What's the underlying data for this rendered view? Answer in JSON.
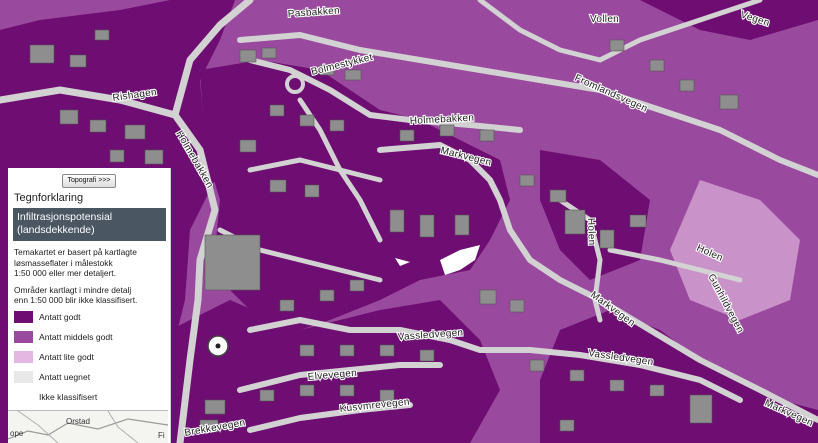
{
  "map": {
    "colors": {
      "godt": "#6e0d72",
      "middels": "#9a4a9e",
      "lite": "#e4b7e3",
      "uegnet": "#e8e8e8",
      "road": "#d2d2d2",
      "building": "#8e8e8e"
    },
    "streets": [
      {
        "label": "Pasbakken"
      },
      {
        "label": "Vollen"
      },
      {
        "label": "Bolmestykket"
      },
      {
        "label": "Fromlandsvegen"
      },
      {
        "label": "Rishagen"
      },
      {
        "label": "Holmebakken"
      },
      {
        "label": "Holmebakken"
      },
      {
        "label": "Markvegen"
      },
      {
        "label": "Holen"
      },
      {
        "label": "Holen"
      },
      {
        "label": "Gunhildvegen"
      },
      {
        "label": "Markvegen"
      },
      {
        "label": "Vassledvegen"
      },
      {
        "label": "Vassledvegen"
      },
      {
        "label": "Elvevegen"
      },
      {
        "label": "Kusvmrevegen"
      },
      {
        "label": "Markvegen"
      },
      {
        "label": "Brekkevegen"
      },
      {
        "label": "Vegen"
      }
    ]
  },
  "legend": {
    "topo_button": "Topografi >>>",
    "title": "Tegnforklaring",
    "layer_title": "Infiltrasjonspotensial\n(landsdekkende)",
    "description": "Temakartet er basert på kartlagte\nløsmasseflater i målestokk\n1:50 000 eller mer detaljert.",
    "note": "Områder kartlagt i mindre detalj\nenn 1:50 000 blir ikke klassifisert.",
    "items": [
      {
        "label": "Antatt godt",
        "color": "#6e0d72"
      },
      {
        "label": "Antatt middels godt",
        "color": "#9a4a9e"
      },
      {
        "label": "Antatt lite godt",
        "color": "#e4b7e3"
      },
      {
        "label": "Antatt uegnet",
        "color": "#e8e8e8"
      },
      {
        "label": "Ikke klassifisert",
        "color": "#ffffff"
      }
    ]
  },
  "minimap": {
    "label": "Orstad",
    "label_2": "ope",
    "label_3": "Fi"
  }
}
